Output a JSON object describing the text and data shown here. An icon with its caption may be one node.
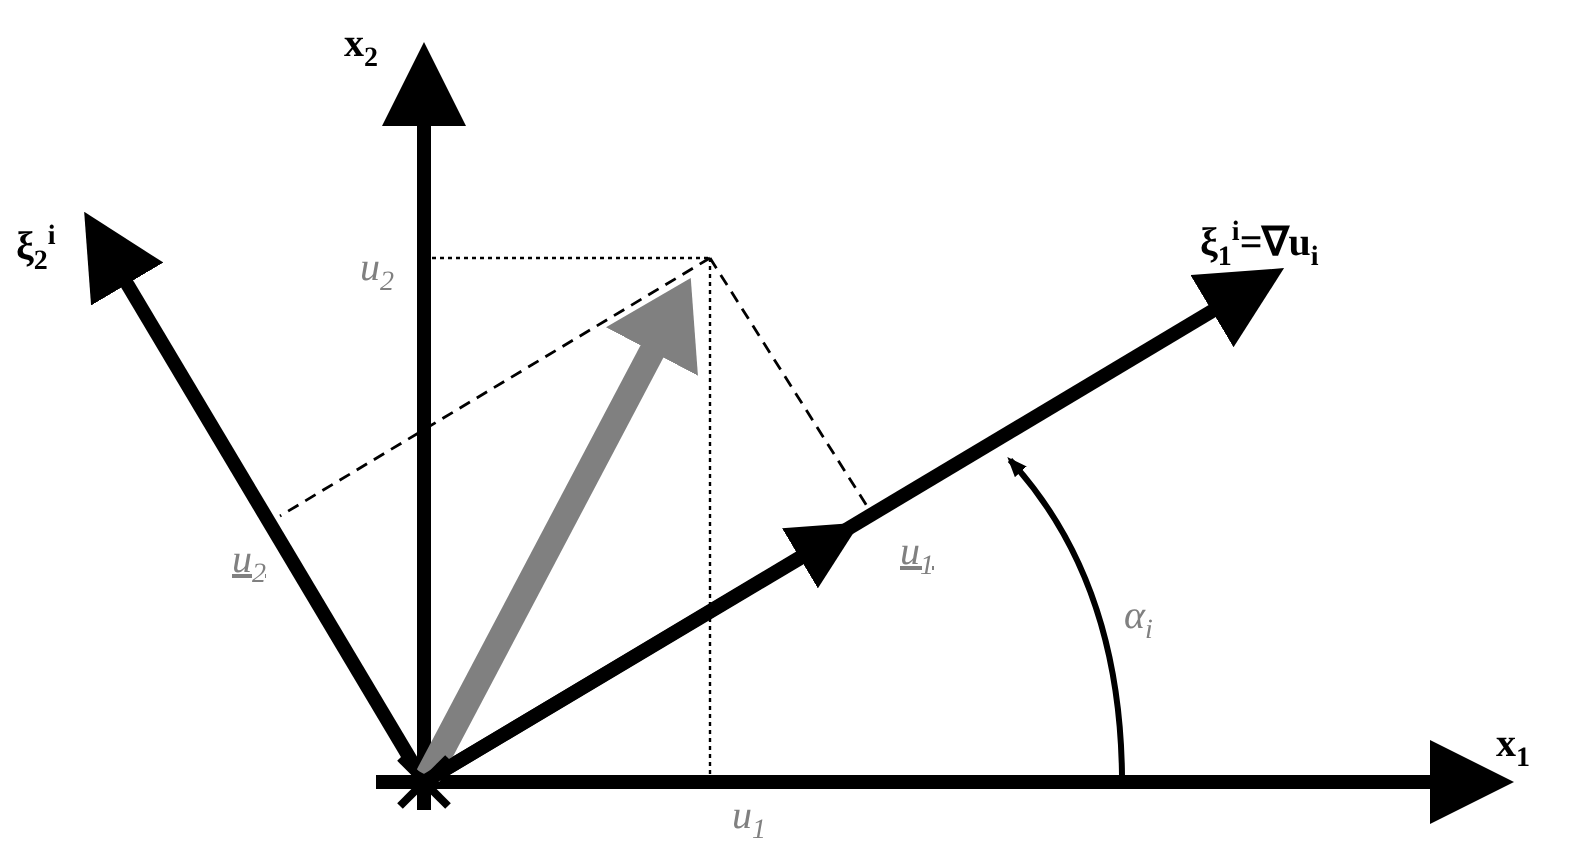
{
  "diagram": {
    "labels": [
      "x$_{2}$",
      "ξ$_{2}$$^{i}$",
      "ξ$_{1}$$^{i}$=∇u$_{i}$",
      "u$_{2}$",
      "u$_{1}$",
      "u$_{2}$",
      "α$_{i}$",
      "x$_{1}$",
      "u$_{1}$"
    ]
  }
}
